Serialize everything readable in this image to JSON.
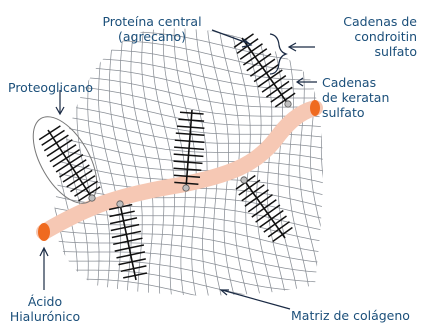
{
  "labels": {
    "core_protein": [
      "Proteína central",
      "(agrecano)"
    ],
    "chondroitin": [
      "Cadenas de",
      "condroitin",
      "sulfato"
    ],
    "keratan": [
      "Cadenas",
      "de keratan",
      "sulfato"
    ],
    "proteoglycan": "Proteoglicano",
    "hyaluronic": [
      "Ácido",
      "Hialurónico"
    ],
    "collagen": "Matriz de colágeno"
  },
  "colors": {
    "text": "#1b4f7a",
    "arrow": "#1a2a44",
    "hyaluronic_body": "#f6c8b4",
    "hyaluronic_end": "#ef6a1f",
    "mesh": "#8a8f96",
    "bristle": "#111111",
    "attachment": "#bfbfbf"
  }
}
